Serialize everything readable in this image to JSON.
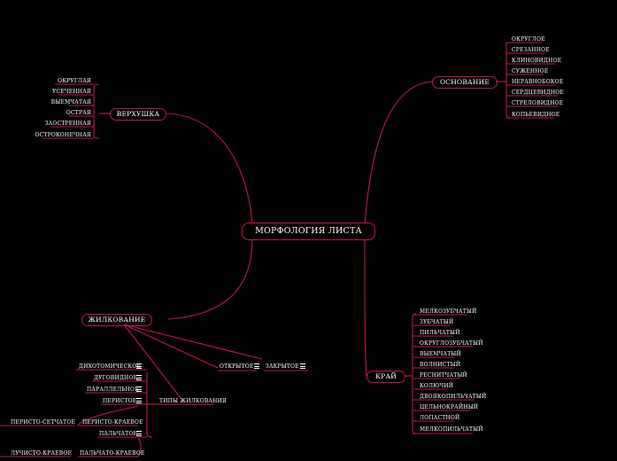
{
  "title": "МОРФОЛОГИЯ ЛИСТА",
  "branches": {
    "verkhushka": {
      "label": "ВЕРХУШКА",
      "items": [
        "ОКРУГЛАЯ",
        "УСЕЧЕННАЯ",
        "ВЫЕМЧАТАЯ",
        "ОСТРАЯ",
        "ЗАОСТРЕННАЯ",
        "ОСТРОКОНЕЧНАЯ"
      ]
    },
    "osnovanie": {
      "label": "ОСНОВАНИЕ",
      "items": [
        "ОКРУГЛОЕ",
        "СРЕЗАННОЕ",
        "КЛИНОВИДНОЕ",
        "СУЖЕННОЕ",
        "НЕРАВНОБОКОЕ",
        "СЕРДЦЕВИДНОЕ",
        "СТРЕЛОВИДНОЕ",
        "КОПЬЕВИДНОЕ"
      ]
    },
    "krai": {
      "label": "КРАЙ",
      "items": [
        "МЕЛКОЗУБЧАТЫЙ",
        "ЗУБЧАТЫЙ",
        "ПИЛЬЧАТЫЙ",
        "ОКРУГЛОЗУБЧАТЫЙ",
        "ВЫЕМЧАТЫЙ",
        "ВОЛНИСТЫЙ",
        "РЕСНИТЧАТЫЙ",
        "КОЛЮЧИЙ",
        "ДВОЯКОПИЛЬЧАТЫЙ",
        "ЦЕЛЬНОКРАЙНЫЙ",
        "ЛОПАСТНОЙ",
        "МЕЛКОПИЛЬЧАТЫЙ"
      ]
    },
    "zhilkovanie": {
      "label": "ЖИЛКОВАНИЕ",
      "open": "ОТКРЫТОЕ",
      "closed": "ЗАКРЫТОЕ",
      "types_label": "ТИПЫ ЖИЛКОВАНИЯ",
      "types": [
        "ДИХОТОМИЧЕСКОЕ",
        "ДУГОВИДНОЕ",
        "ПАРАЛЛЕЛЬНОЕ",
        "ПЕРИСТОЕ",
        "ПАЛЬЧАТОЕ"
      ],
      "peristo_kraevoe": "ПЕРИСТО-КРАЕВОЕ",
      "peristo_setchatoe": "ПЕРИСТО-СЕТЧАТОЕ",
      "palchato_kraevoe": "ПАЛЬЧАТО-КРАЕВОЕ",
      "luchisto_kraevoe": "ЛУЧИСТО-КРАЕВОЕ"
    }
  },
  "colors": {
    "line": "#c0155a",
    "background": "#000000",
    "text": "#ffffff"
  }
}
